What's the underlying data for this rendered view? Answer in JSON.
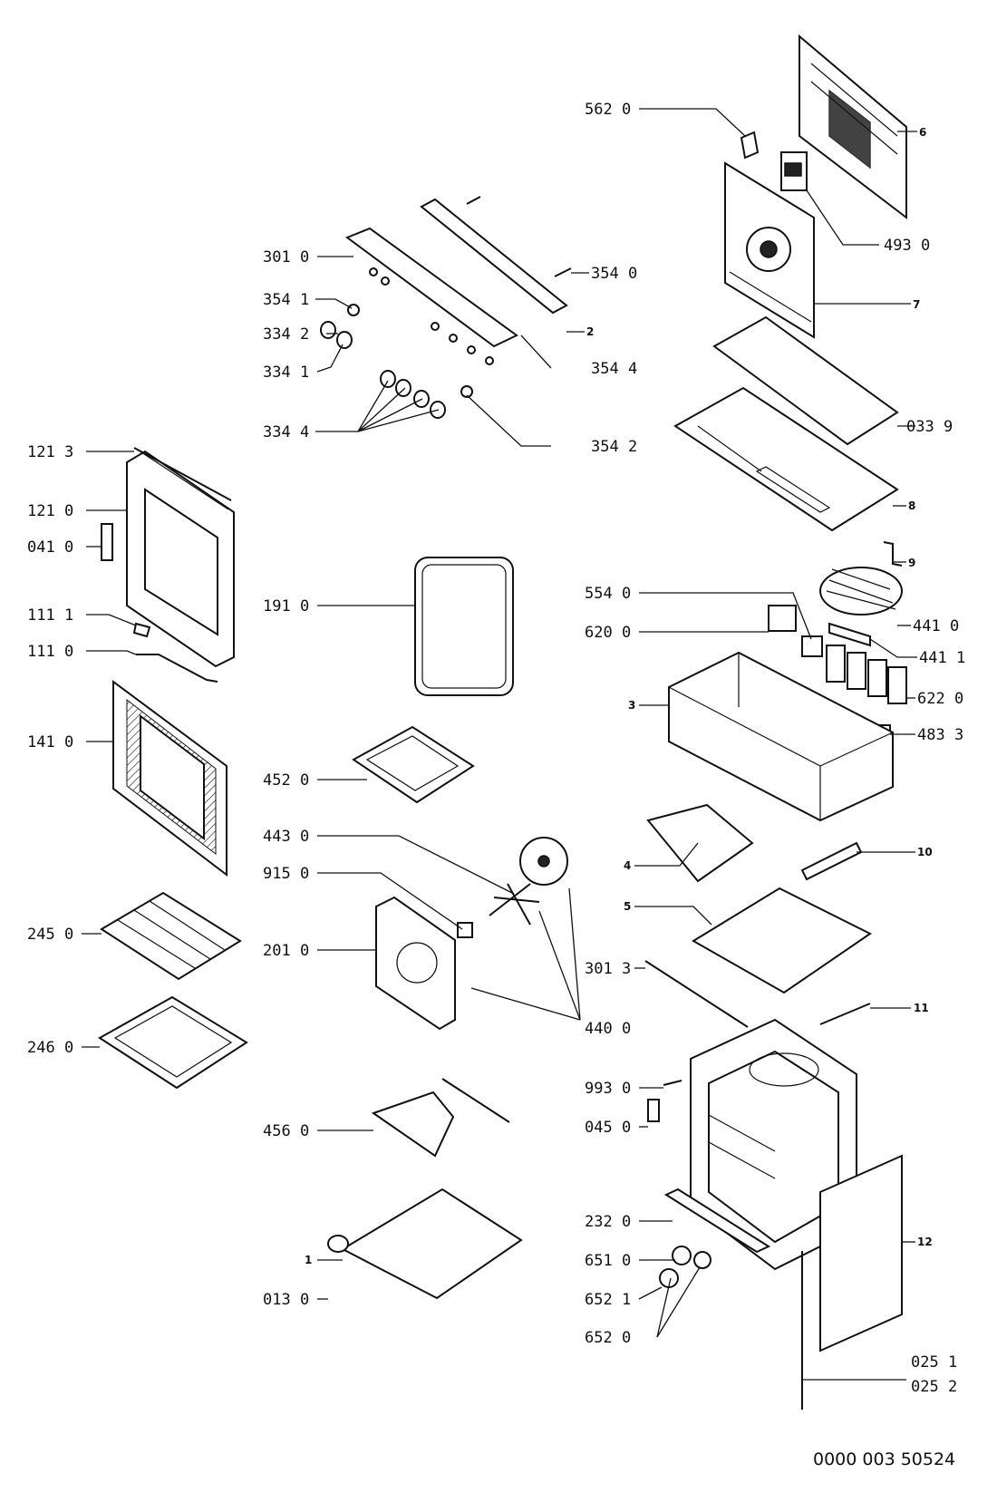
{
  "diagram": {
    "document_number": "0000 003 50524",
    "callouts": [
      "562 0",
      "493 0",
      "6",
      "7",
      "301 0",
      "354 0",
      "354 1",
      "334 2",
      "334 1",
      "2",
      "354 4",
      "334 4",
      "354 2",
      "033 9",
      "8",
      "9",
      "121 3",
      "121 0",
      "041 0",
      "111 1",
      "111 0",
      "141 0",
      "191 0",
      "554 0",
      "620 0",
      "441 0",
      "441 1",
      "3",
      "622 0",
      "483 3",
      "452 0",
      "443 0",
      "915 0",
      "4",
      "10",
      "5",
      "245 0",
      "201 0",
      "301 3",
      "440 0",
      "11",
      "246 0",
      "993 0",
      "045 0",
      "456 0",
      "232 0",
      "12",
      "1",
      "651 0",
      "013 0",
      "652 1",
      "652 0",
      "025 1",
      "025 2"
    ]
  }
}
